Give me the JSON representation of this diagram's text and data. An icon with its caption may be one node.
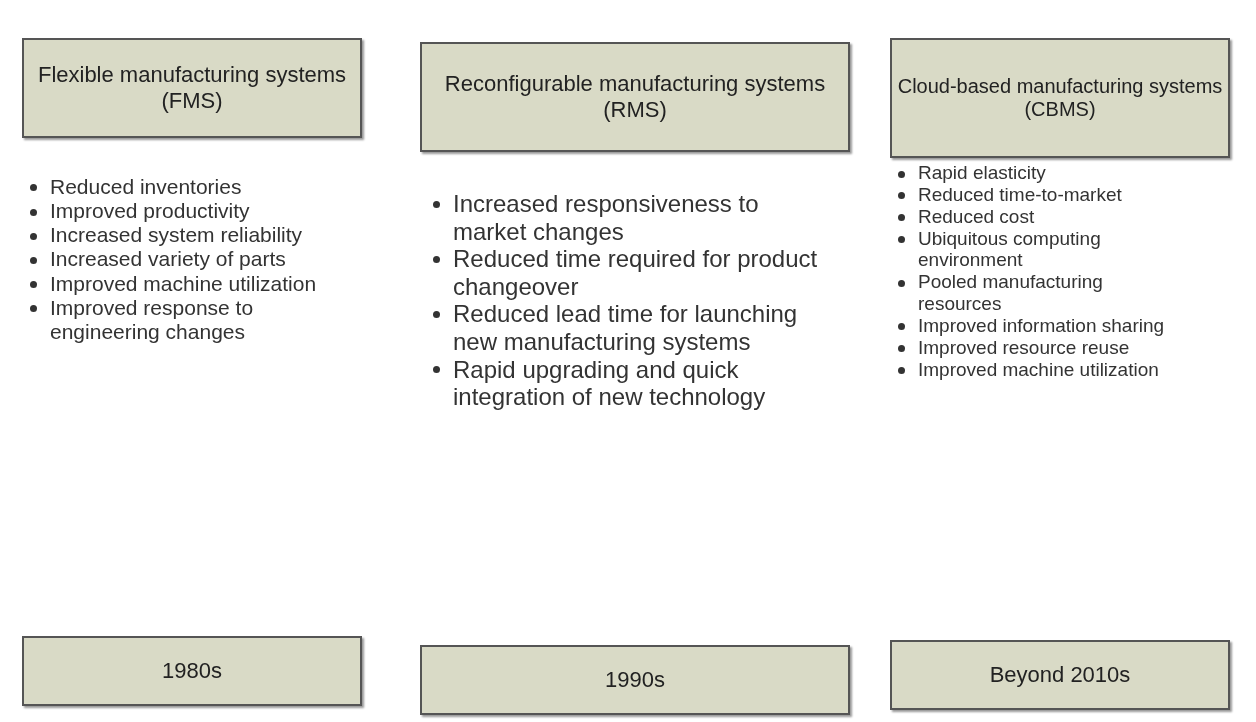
{
  "diagram": {
    "nodes": [
      {
        "text": [
          "Flexible manufacturing systems (FMS)"
        ],
        "beside": [
          "Reduced inventories",
          "Improved productivity",
          "Increased system reliability",
          "Increased variety of parts",
          "Improved machine utilization",
          "Improved response to engineering changes"
        ]
      },
      {
        "text": [
          "Reconfigurable manufacturing systems (RMS)"
        ],
        "beside": [
          "Increased responsiveness to market changes",
          "Reduced time required for product changeover",
          "Reduced lead time for launching new manufacturing systems",
          "Rapid upgrading and quick integration of new technology"
        ]
      },
      {
        "text": [
          "Cloud-based manufacturing systems (CBMS)"
        ],
        "beside": [
          "Rapid elasticity",
          "Reduced time-to-market",
          "Reduced cost",
          "Ubiquitous computing environment",
          "Pooled manufacturing resources",
          "Improved information sharing",
          "Improved resource reuse",
          "Improved machine utilization"
        ]
      },
      {
        "text": [
          "1980s"
        ]
      },
      {
        "text": [
          "1990s"
        ]
      },
      {
        "text": [
          "Beyond 2010s"
        ]
      }
    ]
  }
}
